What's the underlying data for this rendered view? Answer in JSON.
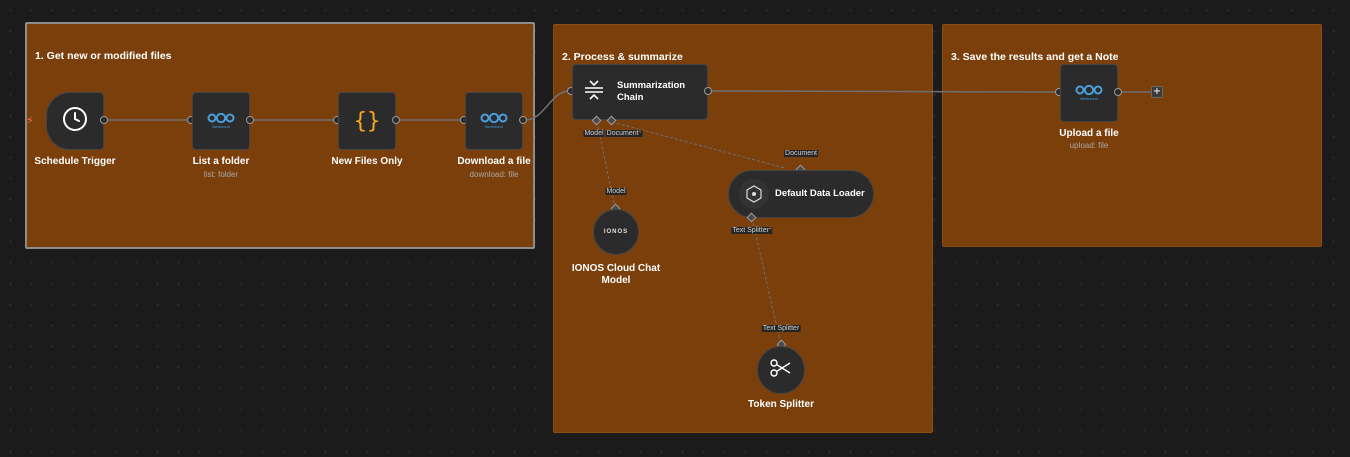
{
  "sticky_notes": [
    {
      "title": "1. Get new or modified files"
    },
    {
      "title": "2. Process & summarize"
    },
    {
      "title": "3. Save the results and get a Note"
    }
  ],
  "nodes": {
    "schedule_trigger": {
      "label": "Schedule Trigger",
      "icon": "clock-icon"
    },
    "list_folder": {
      "label": "List a folder",
      "subtitle": "list: folder",
      "icon": "nextcloud-icon",
      "icon_caption": "Nextcloud"
    },
    "new_files_only": {
      "label": "New Files Only",
      "icon": "code-braces-icon",
      "icon_text": "{}"
    },
    "download_file": {
      "label": "Download a file",
      "subtitle": "download: file",
      "icon": "nextcloud-icon",
      "icon_caption": "Nextcloud"
    },
    "summarization_chain": {
      "label": "Summarization Chain",
      "icon": "compress-icon"
    },
    "ionos_model": {
      "label": "IONOS Cloud Chat Model",
      "icon": "ionos-icon",
      "icon_text": "IONOS"
    },
    "data_loader": {
      "label": "Default Data Loader",
      "icon": "hexagon-icon"
    },
    "token_splitter": {
      "label": "Token Splitter",
      "icon": "scissors-icon"
    },
    "upload_file": {
      "label": "Upload a file",
      "subtitle": "upload: file",
      "icon": "nextcloud-icon",
      "icon_caption": "Nextcloud"
    }
  },
  "port_labels": {
    "chain_model": "Model",
    "chain_document": "Document",
    "required_mark": "*",
    "model_in": "Model",
    "loader_document": "Document",
    "loader_text_splitter": "Text Splitter",
    "splitter_in": "Text Splitter"
  },
  "add_button": "+",
  "colors": {
    "canvas": "#1b1b1b",
    "sticky": "#7a3f0b",
    "node": "#2b2b2b",
    "nextcloud": "#4a9fdc",
    "code_icon": "#f5a623",
    "trigger_bolt": "#ff6d3a"
  }
}
